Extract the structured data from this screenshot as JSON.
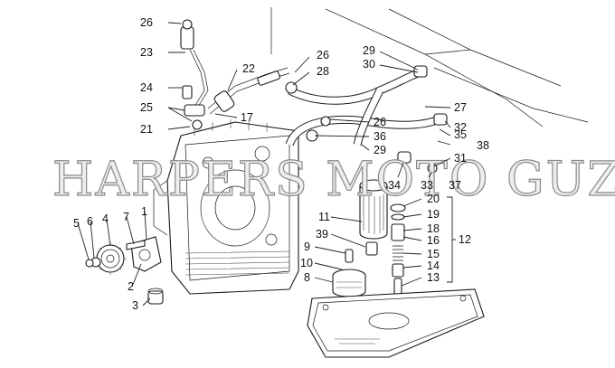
{
  "watermark": "HARPERS MOTO GUZZI©",
  "callouts": {
    "c1": "1",
    "c2": "2",
    "c3": "3",
    "c4": "4",
    "c5": "5",
    "c6": "6",
    "c7": "7",
    "c8": "8",
    "c9": "9",
    "c10": "10",
    "c11": "11",
    "c12": "12",
    "c13": "13",
    "c14": "14",
    "c15": "15",
    "c16": "16",
    "c17": "17",
    "c18": "18",
    "c19": "19",
    "c20": "20",
    "c21": "21",
    "c22": "22",
    "c23": "23",
    "c24": "24",
    "c25": "25",
    "c26a": "26",
    "c26b": "26",
    "c26c": "26",
    "c27": "27",
    "c28": "28",
    "c29a": "29",
    "c29b": "29",
    "c30": "30",
    "c31": "31",
    "c32": "32",
    "c33": "33",
    "c34": "34",
    "c35": "35",
    "c36": "36",
    "c37": "37",
    "c38": "38",
    "c39": "39"
  }
}
